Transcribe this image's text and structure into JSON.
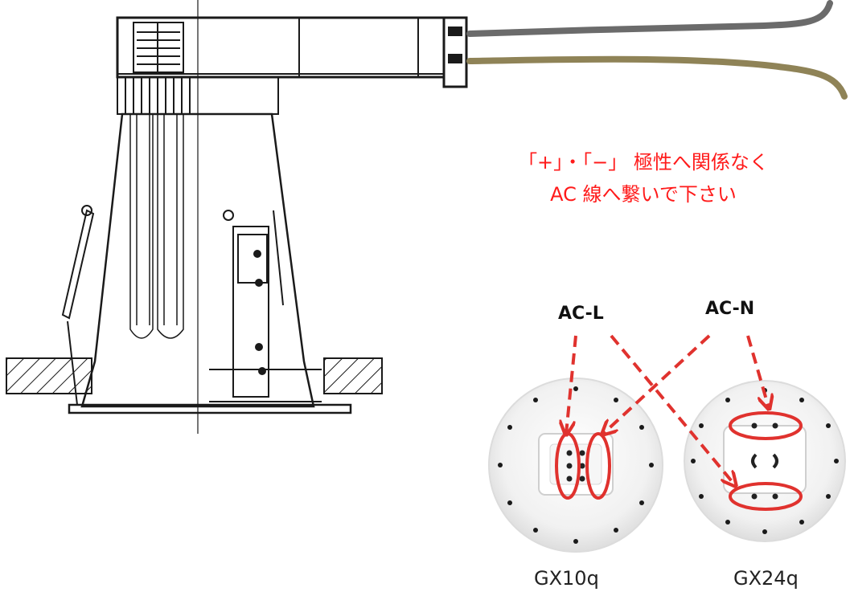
{
  "note": {
    "line1": "「+」・「−」 極性へ関係なく",
    "line2": "AC 線へ繋いで下さい"
  },
  "labels": {
    "ac_l": "AC-L",
    "ac_n": "AC-N"
  },
  "sockets": [
    {
      "name": "GX10q"
    },
    {
      "name": "GX24q"
    }
  ],
  "colors": {
    "accent_red": "#e0322e",
    "text_red": "#ff1a1a",
    "wire_gray": "#6b6b6b",
    "wire_olive": "#8f8357",
    "line": "#1a1a1a"
  }
}
